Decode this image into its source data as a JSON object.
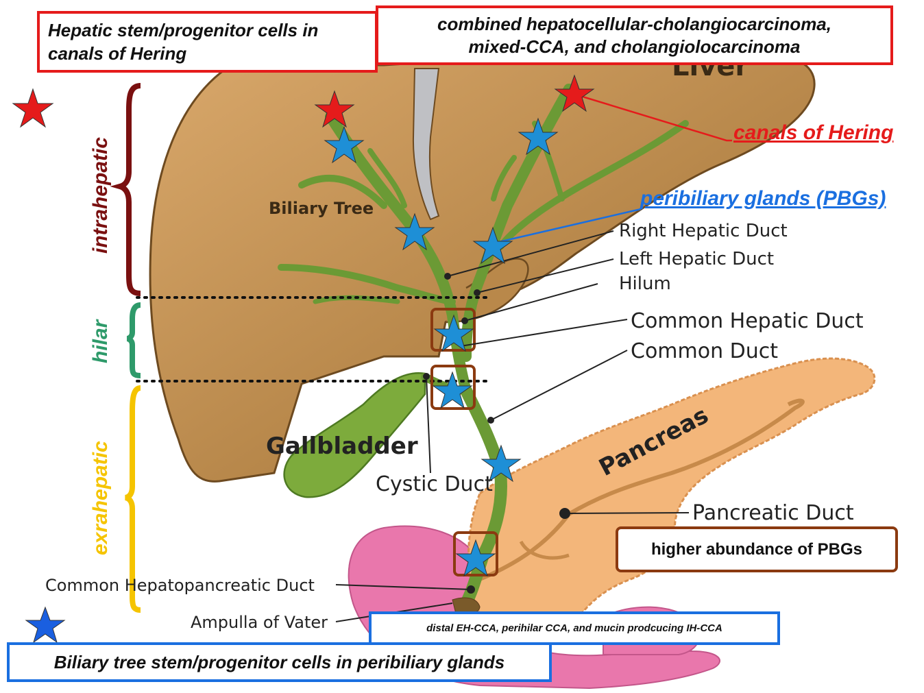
{
  "title_boxes": {
    "hepatic_cells": "Hepatic stem/progenitor cells in canals of Hering",
    "combined_line1": "combined hepatocellular-cholangiocarcinoma,",
    "combined_line2": "mixed-CCA, and  cholangiolocarcinoma",
    "biliary_cells": "Biliary tree stem/progenitor cells  in peribiliary glands",
    "distal": "distal EH-CCA, perihilar CCA, and mucin prodcucing IH-CCA",
    "higher_abundance": "higher abundance of PBGs"
  },
  "callouts": {
    "canals_of_hering": "canals of Hering",
    "peribiliary_glands": "peribiliary glands (PBGs)"
  },
  "regions": {
    "intrahepatic": "intrahepatic",
    "hilar": "hilar",
    "extrahepatic": "exrahepatic"
  },
  "anatomy": {
    "liver": "Liver",
    "biliary_tree": "Biliary Tree",
    "gallbladder": "Gallbladder",
    "pancreas": "Pancreas",
    "right_hepatic_duct": "Right Hepatic Duct",
    "left_hepatic_duct": "Left Hepatic Duct",
    "hilum": "Hilum",
    "common_hepatic_duct": "Common Hepatic Duct",
    "common_duct": "Common Duct",
    "cystic_duct": "Cystic Duct",
    "pancreatic_duct": "Pancreatic Duct",
    "common_hepatopancreatic_duct": "Common Hepatopancreatic Duct",
    "ampulla_of_vater": "Ampulla of Vater"
  },
  "colors": {
    "red_star": "#e51b1b",
    "blue_star": "#1e8fd6",
    "legend_blue_star": "#1a5fe0",
    "liver": "#b58548",
    "duct_green": "#6b9a35",
    "pancreas": "#f3b67a",
    "duodenum": "#e977ac",
    "intrahepatic_color": "#7a1010",
    "hilar_color": "#2e9a6a",
    "extrahepatic_color": "#f5c400",
    "highlight_box": "#8b3a10"
  },
  "icons": [
    "red-star-icon",
    "blue-star-icon"
  ]
}
